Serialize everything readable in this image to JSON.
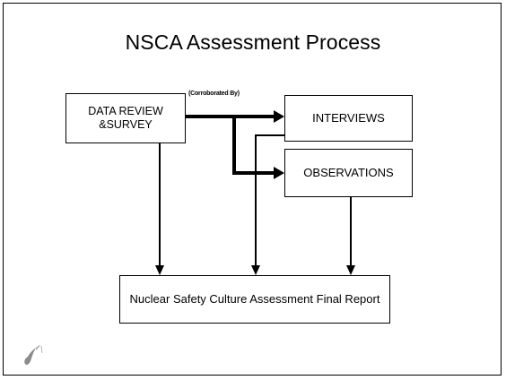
{
  "slide": {
    "title": "NSCA Assessment Process"
  },
  "diagram": {
    "nodes": {
      "data_review": "DATA REVIEW &SURVEY",
      "interviews": "INTERVIEWS",
      "observations": "OBSERVATIONS",
      "final_report": "Nuclear Safety Culture Assessment Final Report"
    },
    "annotation": "(Corroborated By)",
    "edges": [
      {
        "from": "data_review",
        "to": "interviews",
        "weight": "thick"
      },
      {
        "from": "data_review",
        "to": "observations",
        "weight": "thick"
      },
      {
        "from": "data_review",
        "to": "final_report",
        "weight": "normal"
      },
      {
        "from": "interviews",
        "to": "final_report",
        "weight": "normal"
      },
      {
        "from": "observations",
        "to": "final_report",
        "weight": "normal"
      }
    ]
  },
  "colors": {
    "line": "#000000",
    "background": "#ffffff",
    "logo": "#8c8c8c"
  },
  "icons": {
    "corner_logo": "quill-pen-logo"
  }
}
